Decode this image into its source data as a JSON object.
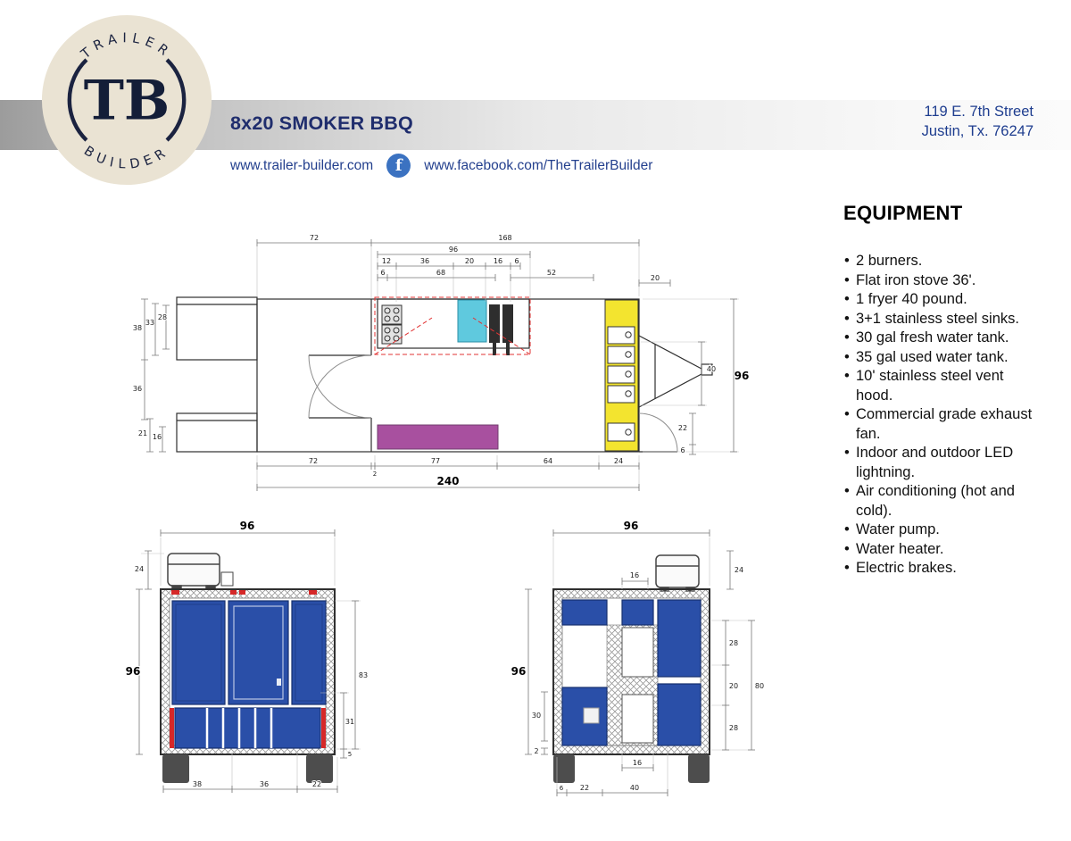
{
  "header": {
    "logo": {
      "arc_top": "TRAILER",
      "initials": "TB",
      "arc_bottom": "BUILDER"
    },
    "title": "8x20 SMOKER BBQ",
    "address_line1": "119 E. 7th Street",
    "address_line2": "Justin, Tx. 76247",
    "website": "www.trailer-builder.com",
    "facebook_icon": "f",
    "facebook_url": "www.facebook.com/TheTrailerBuilder"
  },
  "equipment": {
    "heading": "EQUIPMENT",
    "items": [
      "2 burners.",
      "Flat iron stove 36'.",
      "1 fryer 40 pound.",
      "3+1 stainless steel sinks.",
      "30 gal fresh water tank.",
      "35 gal used water tank.",
      "10' stainless steel vent hood.",
      "Commercial grade exhaust fan.",
      "Indoor and outdoor LED lightning.",
      "Air conditioning (hot and cold).",
      "Water pump.",
      "Water heater.",
      "Electric brakes."
    ]
  },
  "plan": {
    "dims": {
      "t72": "72",
      "t168": "168",
      "t96": "96",
      "t12": "12",
      "t36": "36",
      "t20": "20",
      "t16": "16",
      "t6a": "6",
      "t6b": "6",
      "t68": "68",
      "t52": "52",
      "t20b": "20",
      "l38": "38",
      "l33": "33",
      "l28": "28",
      "l36": "36",
      "l21": "21",
      "l16": "16",
      "r96": "96",
      "r40": "40",
      "r22": "22",
      "r6": "6",
      "b72": "72",
      "b2": "2",
      "b77": "77",
      "b64": "64",
      "b24": "24",
      "b240": "240"
    }
  },
  "rear": {
    "dims": {
      "t96": "96",
      "l24": "24",
      "l96": "96",
      "r83": "83",
      "r31": "31",
      "r5": "5",
      "b38": "38",
      "b36": "36",
      "b22": "22"
    }
  },
  "front": {
    "dims": {
      "t96": "96",
      "r24": "24",
      "c16": "16",
      "l96": "96",
      "l30": "30",
      "l2": "2",
      "r28a": "28",
      "r20": "20",
      "r28b": "28",
      "r80": "80",
      "b16": "16",
      "b6": "6",
      "b22": "22",
      "b40": "40"
    }
  },
  "colors": {
    "navy": "#1f2d6d",
    "blue_panel": "#2a4fa8",
    "sink_counter_yellow": "#f3e42f",
    "fryer_cyan": "#5fc9de",
    "cabinet_purple": "#a8509f",
    "marker_red": "#d62828",
    "facebook_blue": "#3b72c1",
    "logo_cream": "#eae3d3"
  }
}
